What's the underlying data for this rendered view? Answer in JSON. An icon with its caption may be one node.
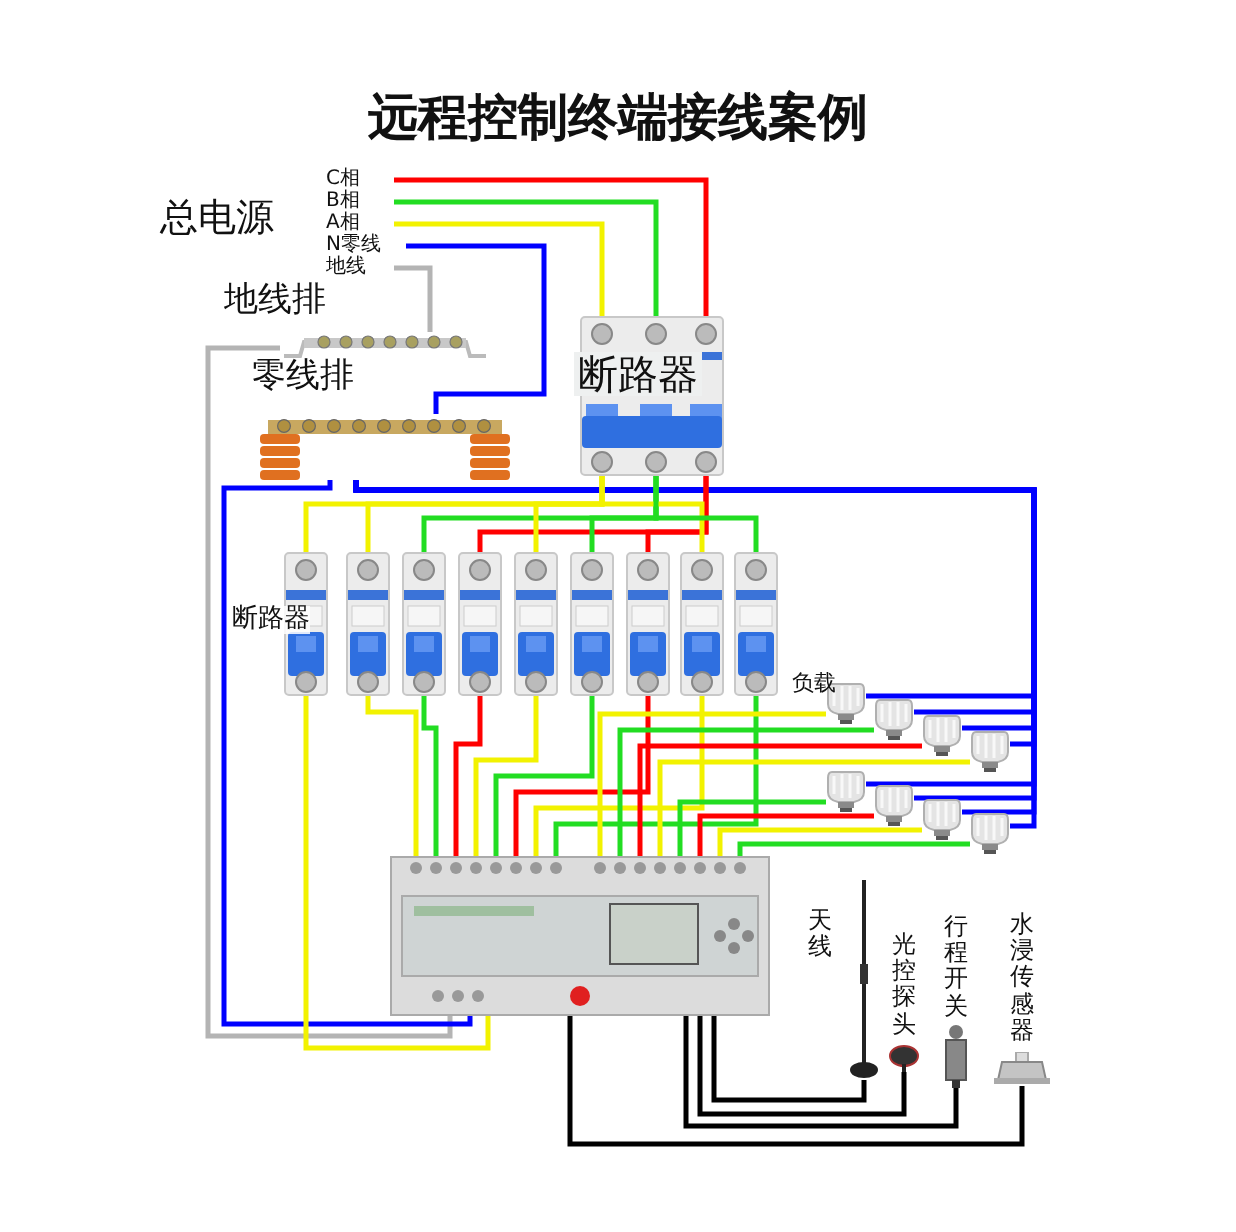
{
  "diagram": {
    "title": "远程控制终端接线案例",
    "nodes": [
      {
        "text": [
          "C相"
        ]
      },
      {
        "text": [
          "B相"
        ]
      },
      {
        "text": [
          "A相"
        ]
      },
      {
        "text": [
          "N零线"
        ]
      },
      {
        "text": [
          "地线"
        ]
      },
      {
        "text": [
          "地线排"
        ]
      },
      {
        "text": [
          "零线排"
        ]
      },
      {
        "text": [
          "断路器"
        ]
      },
      {
        "text": [
          "断路器"
        ]
      },
      {
        "text": [],
        "shape": "picture"
      },
      {
        "text": [],
        "shape": "picture"
      },
      {
        "text": [],
        "shape": "picture"
      },
      {
        "text": [],
        "shape": "picture"
      },
      {
        "text": [],
        "shape": "picture"
      },
      {
        "text": [],
        "shape": "picture"
      },
      {
        "text": [],
        "shape": "picture"
      },
      {
        "text": [],
        "shape": "picture"
      },
      {
        "text": [
          "负载"
        ]
      },
      {
        "text": [],
        "shape": "picture"
      },
      {
        "text": [],
        "shape": "picture"
      },
      {
        "text": [],
        "shape": "picture"
      },
      {
        "text": [],
        "shape": "picture"
      },
      {
        "text": [],
        "shape": "picture"
      },
      {
        "text": [],
        "shape": "picture"
      },
      {
        "text": [],
        "shape": "picture"
      },
      {
        "text": [],
        "shape": "picture"
      },
      {
        "text": [
          "天线"
        ]
      },
      {
        "text": [
          "光控探头"
        ]
      },
      {
        "text": [
          "行程开关"
        ]
      },
      {
        "text": [
          "水浸传感器"
        ]
      }
    ],
    "edges": [
      {
        "from": 0,
        "to": 7,
        "arrow": "none",
        "color": "#ff0000"
      },
      {
        "from": 1,
        "to": 7,
        "arrow": "none",
        "color": "#22dd22"
      },
      {
        "from": 2,
        "to": 7,
        "arrow": "none",
        "color": "#f2f200"
      },
      {
        "from": 3,
        "to": 6,
        "arrow": "none",
        "color": "#0000ff"
      },
      {
        "from": 4,
        "to": 5,
        "arrow": "none",
        "color": "#b4b4b4"
      },
      {
        "from": 5,
        "to": 25,
        "arrow": "none",
        "color": "#b4b4b4"
      },
      {
        "from": 6,
        "to": 25,
        "arrow": "none",
        "color": "#0000ff"
      },
      {
        "from": 6,
        "to": 17,
        "arrow": "none",
        "color": "#0000ff"
      },
      {
        "from": 6,
        "to": 18,
        "arrow": "none",
        "color": "#0000ff"
      },
      {
        "from": 6,
        "to": 19,
        "arrow": "none",
        "color": "#0000ff"
      },
      {
        "from": 6,
        "to": 20,
        "arrow": "none",
        "color": "#0000ff"
      },
      {
        "from": 6,
        "to": 21,
        "arrow": "none",
        "color": "#0000ff"
      },
      {
        "from": 6,
        "to": 22,
        "arrow": "none",
        "color": "#0000ff"
      },
      {
        "from": 6,
        "to": 23,
        "arrow": "none",
        "color": "#0000ff"
      },
      {
        "from": 6,
        "to": 24,
        "arrow": "none",
        "color": "#0000ff"
      },
      {
        "from": 7,
        "to": 8,
        "arrow": "none",
        "color": "#f2f200"
      },
      {
        "from": 7,
        "to": 9,
        "arrow": "none",
        "color": "#f2f200"
      },
      {
        "from": 7,
        "to": 10,
        "arrow": "none",
        "color": "#22dd22"
      },
      {
        "from": 7,
        "to": 11,
        "arrow": "none",
        "color": "#ff0000"
      },
      {
        "from": 7,
        "to": 12,
        "arrow": "none",
        "color": "#f2f200"
      },
      {
        "from": 7,
        "to": 13,
        "arrow": "none",
        "color": "#22dd22"
      },
      {
        "from": 7,
        "to": 14,
        "arrow": "none",
        "color": "#ff0000"
      },
      {
        "from": 7,
        "to": 15,
        "arrow": "none",
        "color": "#f2f200"
      },
      {
        "from": 7,
        "to": 16,
        "arrow": "none",
        "color": "#22dd22"
      },
      {
        "from": 8,
        "to": 25,
        "arrow": "none",
        "color": "#f2f200"
      },
      {
        "from": 9,
        "to": 25,
        "arrow": "none",
        "color": "#f2f200"
      },
      {
        "from": 10,
        "to": 25,
        "arrow": "none",
        "color": "#22dd22"
      },
      {
        "from": 11,
        "to": 25,
        "arrow": "none",
        "color": "#ff0000"
      },
      {
        "from": 12,
        "to": 25,
        "arrow": "none",
        "color": "#f2f200"
      },
      {
        "from": 13,
        "to": 25,
        "arrow": "none",
        "color": "#22dd22"
      },
      {
        "from": 14,
        "to": 25,
        "arrow": "none",
        "color": "#ff0000"
      },
      {
        "from": 15,
        "to": 25,
        "arrow": "none",
        "color": "#f2f200"
      },
      {
        "from": 16,
        "to": 25,
        "arrow": "none",
        "color": "#22dd22"
      },
      {
        "from": 25,
        "to": 17,
        "arrow": "none",
        "color": "#f2f200"
      },
      {
        "from": 25,
        "to": 18,
        "arrow": "none",
        "color": "#22dd22"
      },
      {
        "from": 25,
        "to": 19,
        "arrow": "none",
        "color": "#ff0000"
      },
      {
        "from": 25,
        "to": 20,
        "arrow": "none",
        "color": "#f2f200"
      },
      {
        "from": 25,
        "to": 21,
        "arrow": "none",
        "color": "#22dd22"
      },
      {
        "from": 25,
        "to": 22,
        "arrow": "none",
        "color": "#ff0000"
      },
      {
        "from": 25,
        "to": 23,
        "arrow": "none",
        "color": "#f2f200"
      },
      {
        "from": 25,
        "to": 24,
        "arrow": "none",
        "color": "#22dd22"
      },
      {
        "from": 25,
        "to": 26,
        "arrow": "none",
        "color": "#000000"
      },
      {
        "from": 25,
        "to": 27,
        "arrow": "none",
        "color": "#000000"
      },
      {
        "from": 25,
        "to": 28,
        "arrow": "none",
        "color": "#000000"
      },
      {
        "from": 25,
        "to": 29,
        "arrow": "none",
        "color": "#000000"
      }
    ],
    "labels": [
      "总电源"
    ]
  }
}
